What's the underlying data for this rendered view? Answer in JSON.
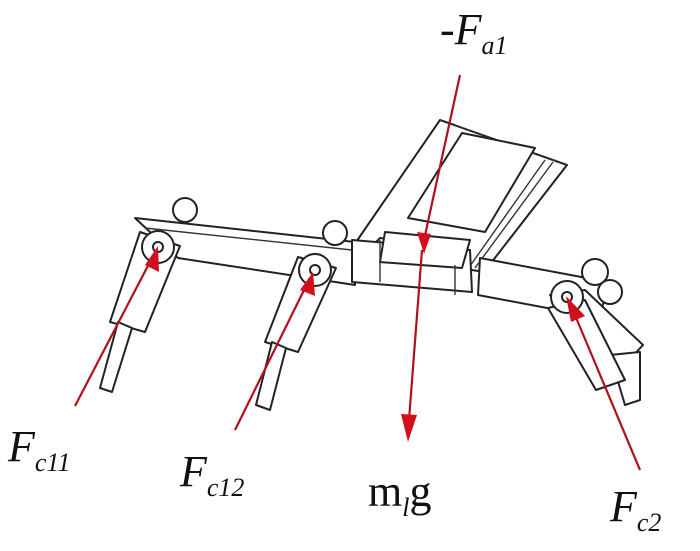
{
  "labels": {
    "f_a1": {
      "prefix": "-F",
      "sub": "a1"
    },
    "f_c11": {
      "prefix": "F",
      "sub": "c11"
    },
    "f_c12": {
      "prefix": "F",
      "sub": "c12"
    },
    "mlg": {
      "prefix": "m",
      "sub": "l",
      "suffix": "g"
    },
    "f_c2": {
      "prefix": "F",
      "sub": "c2"
    }
  },
  "colors": {
    "force": "#d0101a",
    "line": "#222222"
  }
}
